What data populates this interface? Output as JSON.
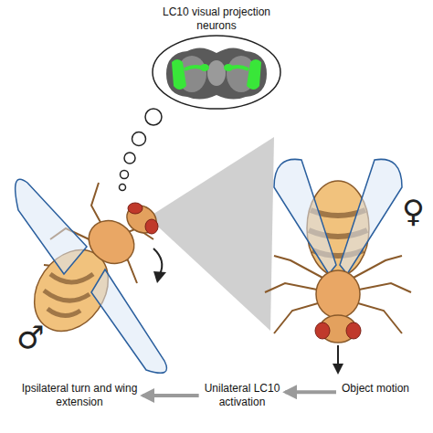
{
  "diagram": {
    "nodes": [
      {
        "text": [
          "LC10 visual projection neurons"
        ]
      },
      {
        "text": [
          "Ipsilateral turn and wing extension"
        ]
      },
      {
        "text": [
          "Unilateral LC10 activation"
        ]
      },
      {
        "text": [
          "Object motion"
        ]
      }
    ],
    "edges": [
      {
        "from": 3,
        "to": 2,
        "arrow": "to"
      },
      {
        "from": 2,
        "to": 1,
        "arrow": "to"
      }
    ],
    "labels": [
      "♂",
      "♀"
    ]
  }
}
